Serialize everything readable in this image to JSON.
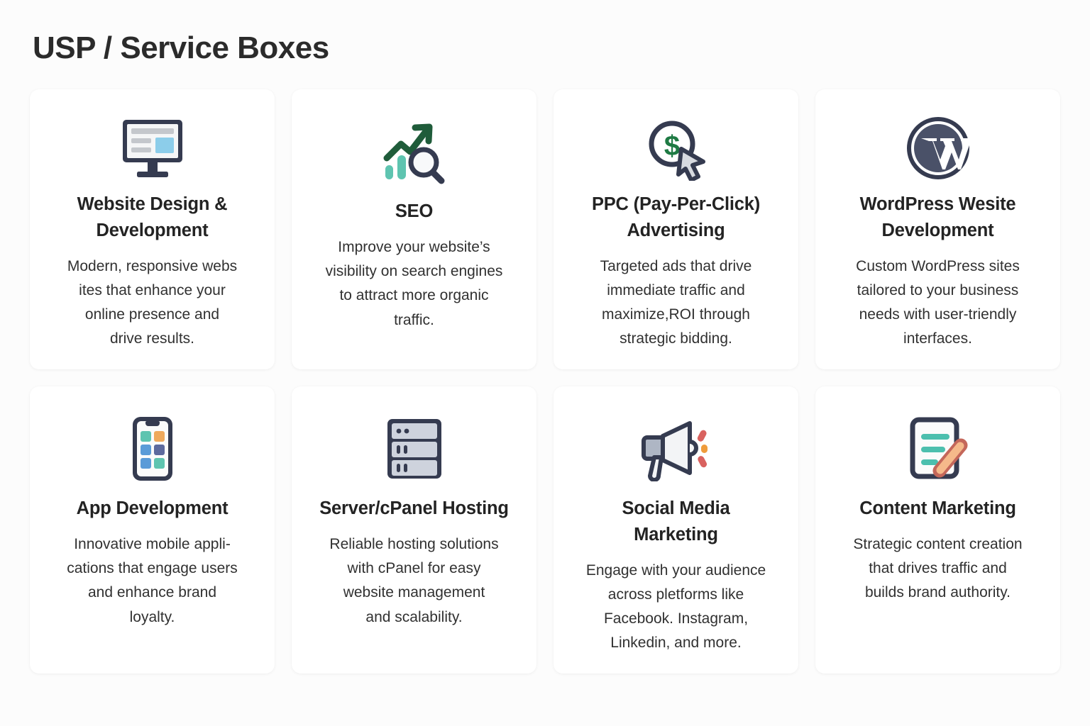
{
  "page": {
    "title": "USP / Service Boxes",
    "background_color": "#fcfcfc",
    "card_color": "#ffffff",
    "title_color": "#2b2b2b",
    "body_color": "#313131"
  },
  "cards": [
    {
      "icon": "monitor-webpage-icon",
      "title": "Website Design & Development",
      "body": "Modern, responsive webs ites that enhance your online presence and drive results.",
      "body_lines": [
        "Modern, responsive webs",
        "ites that enhance your",
        "online presence and",
        "drive results."
      ]
    },
    {
      "icon": "seo-growth-chart-magnifier-icon",
      "title": "SEO",
      "body": "Improve your website’s visibility on search engines to attract more organic traffic.",
      "body_lines": [
        "Improve your website’s",
        "visibility on search engines",
        "to attract more organic",
        "traffic."
      ]
    },
    {
      "icon": "dollar-coin-cursor-click-icon",
      "title": "PPC (Pay-Per-Click) Advertising",
      "body": "Targeted ads that drive immediate traffic and maximize,ROI through strategic bidding.",
      "body_lines": [
        "Targeted ads that drive",
        "immediate traffic and",
        "maximize,ROI through",
        "strategic bidding."
      ]
    },
    {
      "icon": "wordpress-logo-icon",
      "title": "WordPress Wesite Development",
      "body": "Custom WordPress sites tailored to your business needs with user-triendly interfaces.",
      "body_lines": [
        "Custom WordPress sites",
        "tailored to your business",
        "needs with user-triendly",
        "interfaces."
      ]
    },
    {
      "icon": "mobile-phone-apps-icon",
      "title": "App Development",
      "body": "Innovative mobile appli-cations that engage users and enhance brand loyalty.",
      "body_lines": [
        "Innovative mobile appli-",
        "cations that engage users",
        "and enhance brand",
        "loyalty."
      ]
    },
    {
      "icon": "server-rack-icon",
      "title": "Server/cPanel Hosting",
      "body": "Reliable hosting solutions with cPanel for easy website management and scalability.",
      "body_lines": [
        "Reliable hosting solutions",
        "with cPanel for easy",
        "website management",
        "and scalability."
      ]
    },
    {
      "icon": "megaphone-icon",
      "title": "Social Media Marketing",
      "body": "Engage with your audience across pletforms like Facebook. Instagram, Linkedin, and more.",
      "body_lines": [
        "Engage with your audience",
        "across pletforms like",
        "Facebook. Instagram,",
        "Linkedin, and more."
      ]
    },
    {
      "icon": "document-pencil-icon",
      "title": "Content Marketing",
      "body": "Strategic content creation that drives traffic and builds brand authority.",
      "body_lines": [
        "Strategic content creation",
        "that drives traffic and",
        "builds brand authority."
      ]
    }
  ],
  "icon_colors": {
    "navy": "#353b50",
    "screen": "#f5f6f7",
    "gray_bar": "#c4c7cc",
    "light_blue": "#8ccdea",
    "dark_green": "#1f5c3a",
    "teal": "#5ec4b0",
    "blue_tile": "#5a9bd8",
    "slate_tile": "#5d6a9e",
    "orange_tile": "#efa95c",
    "dollar_green": "#1e7a43",
    "cursor_gray": "#d7dae0",
    "server_panel": "#ced3dd",
    "red_accent": "#d9625f",
    "orange_accent": "#ef9c3c",
    "pencil": "#f5b98a",
    "pencil_outline": "#c4675a"
  }
}
